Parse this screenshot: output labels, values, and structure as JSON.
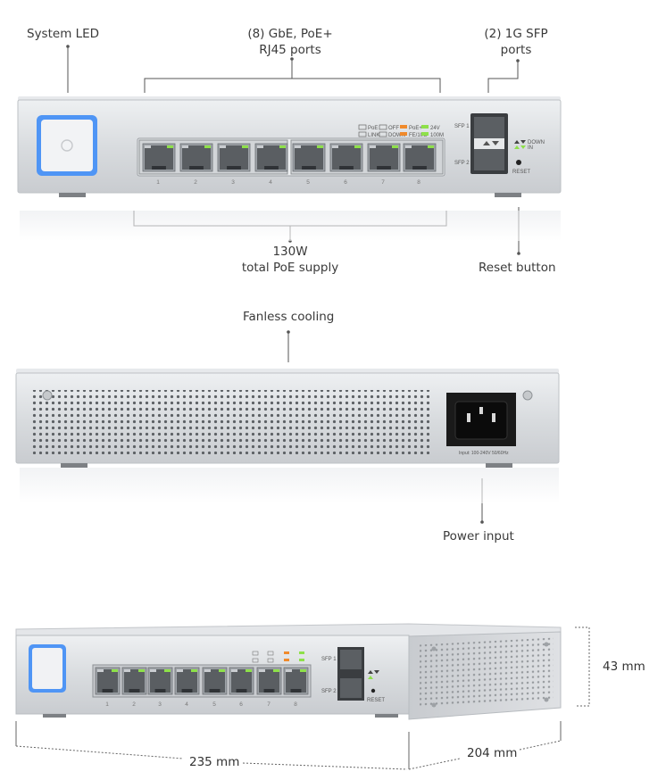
{
  "labels": {
    "system_led": "System LED",
    "gbe_line1": "(8) GbE, PoE+",
    "gbe_line2": "RJ45 ports",
    "sfp_line1": "(2) 1G SFP",
    "sfp_line2": "ports",
    "poe_line1": "130W",
    "poe_line2": "total PoE supply",
    "reset_button": "Reset button",
    "fanless": "Fanless cooling",
    "power_input": "Power input"
  },
  "dimensions": {
    "height": "43 mm",
    "width": "235 mm",
    "depth": "204 mm"
  },
  "panel_text": {
    "port_numbers": [
      "1",
      "2",
      "3",
      "4",
      "5",
      "6",
      "7",
      "8"
    ],
    "sfp1": "SFP 1",
    "sfp2": "SFP 2",
    "reset": "RESET",
    "legend": [
      "PoE",
      "OFF",
      "PoE+",
      "24V",
      "LINK",
      "DOWN",
      "FE/10G",
      "100M"
    ],
    "sfp_legend_down": "DOWN",
    "sfp_legend_up": "IN",
    "power_rating": "Input: 100-240V 50/60Hz"
  },
  "colors": {
    "led_blue": "#3f8ff2",
    "port_led_green": "#8ee04a",
    "legend_orange": "#f08a2b",
    "chassis": "#dcdee1"
  }
}
